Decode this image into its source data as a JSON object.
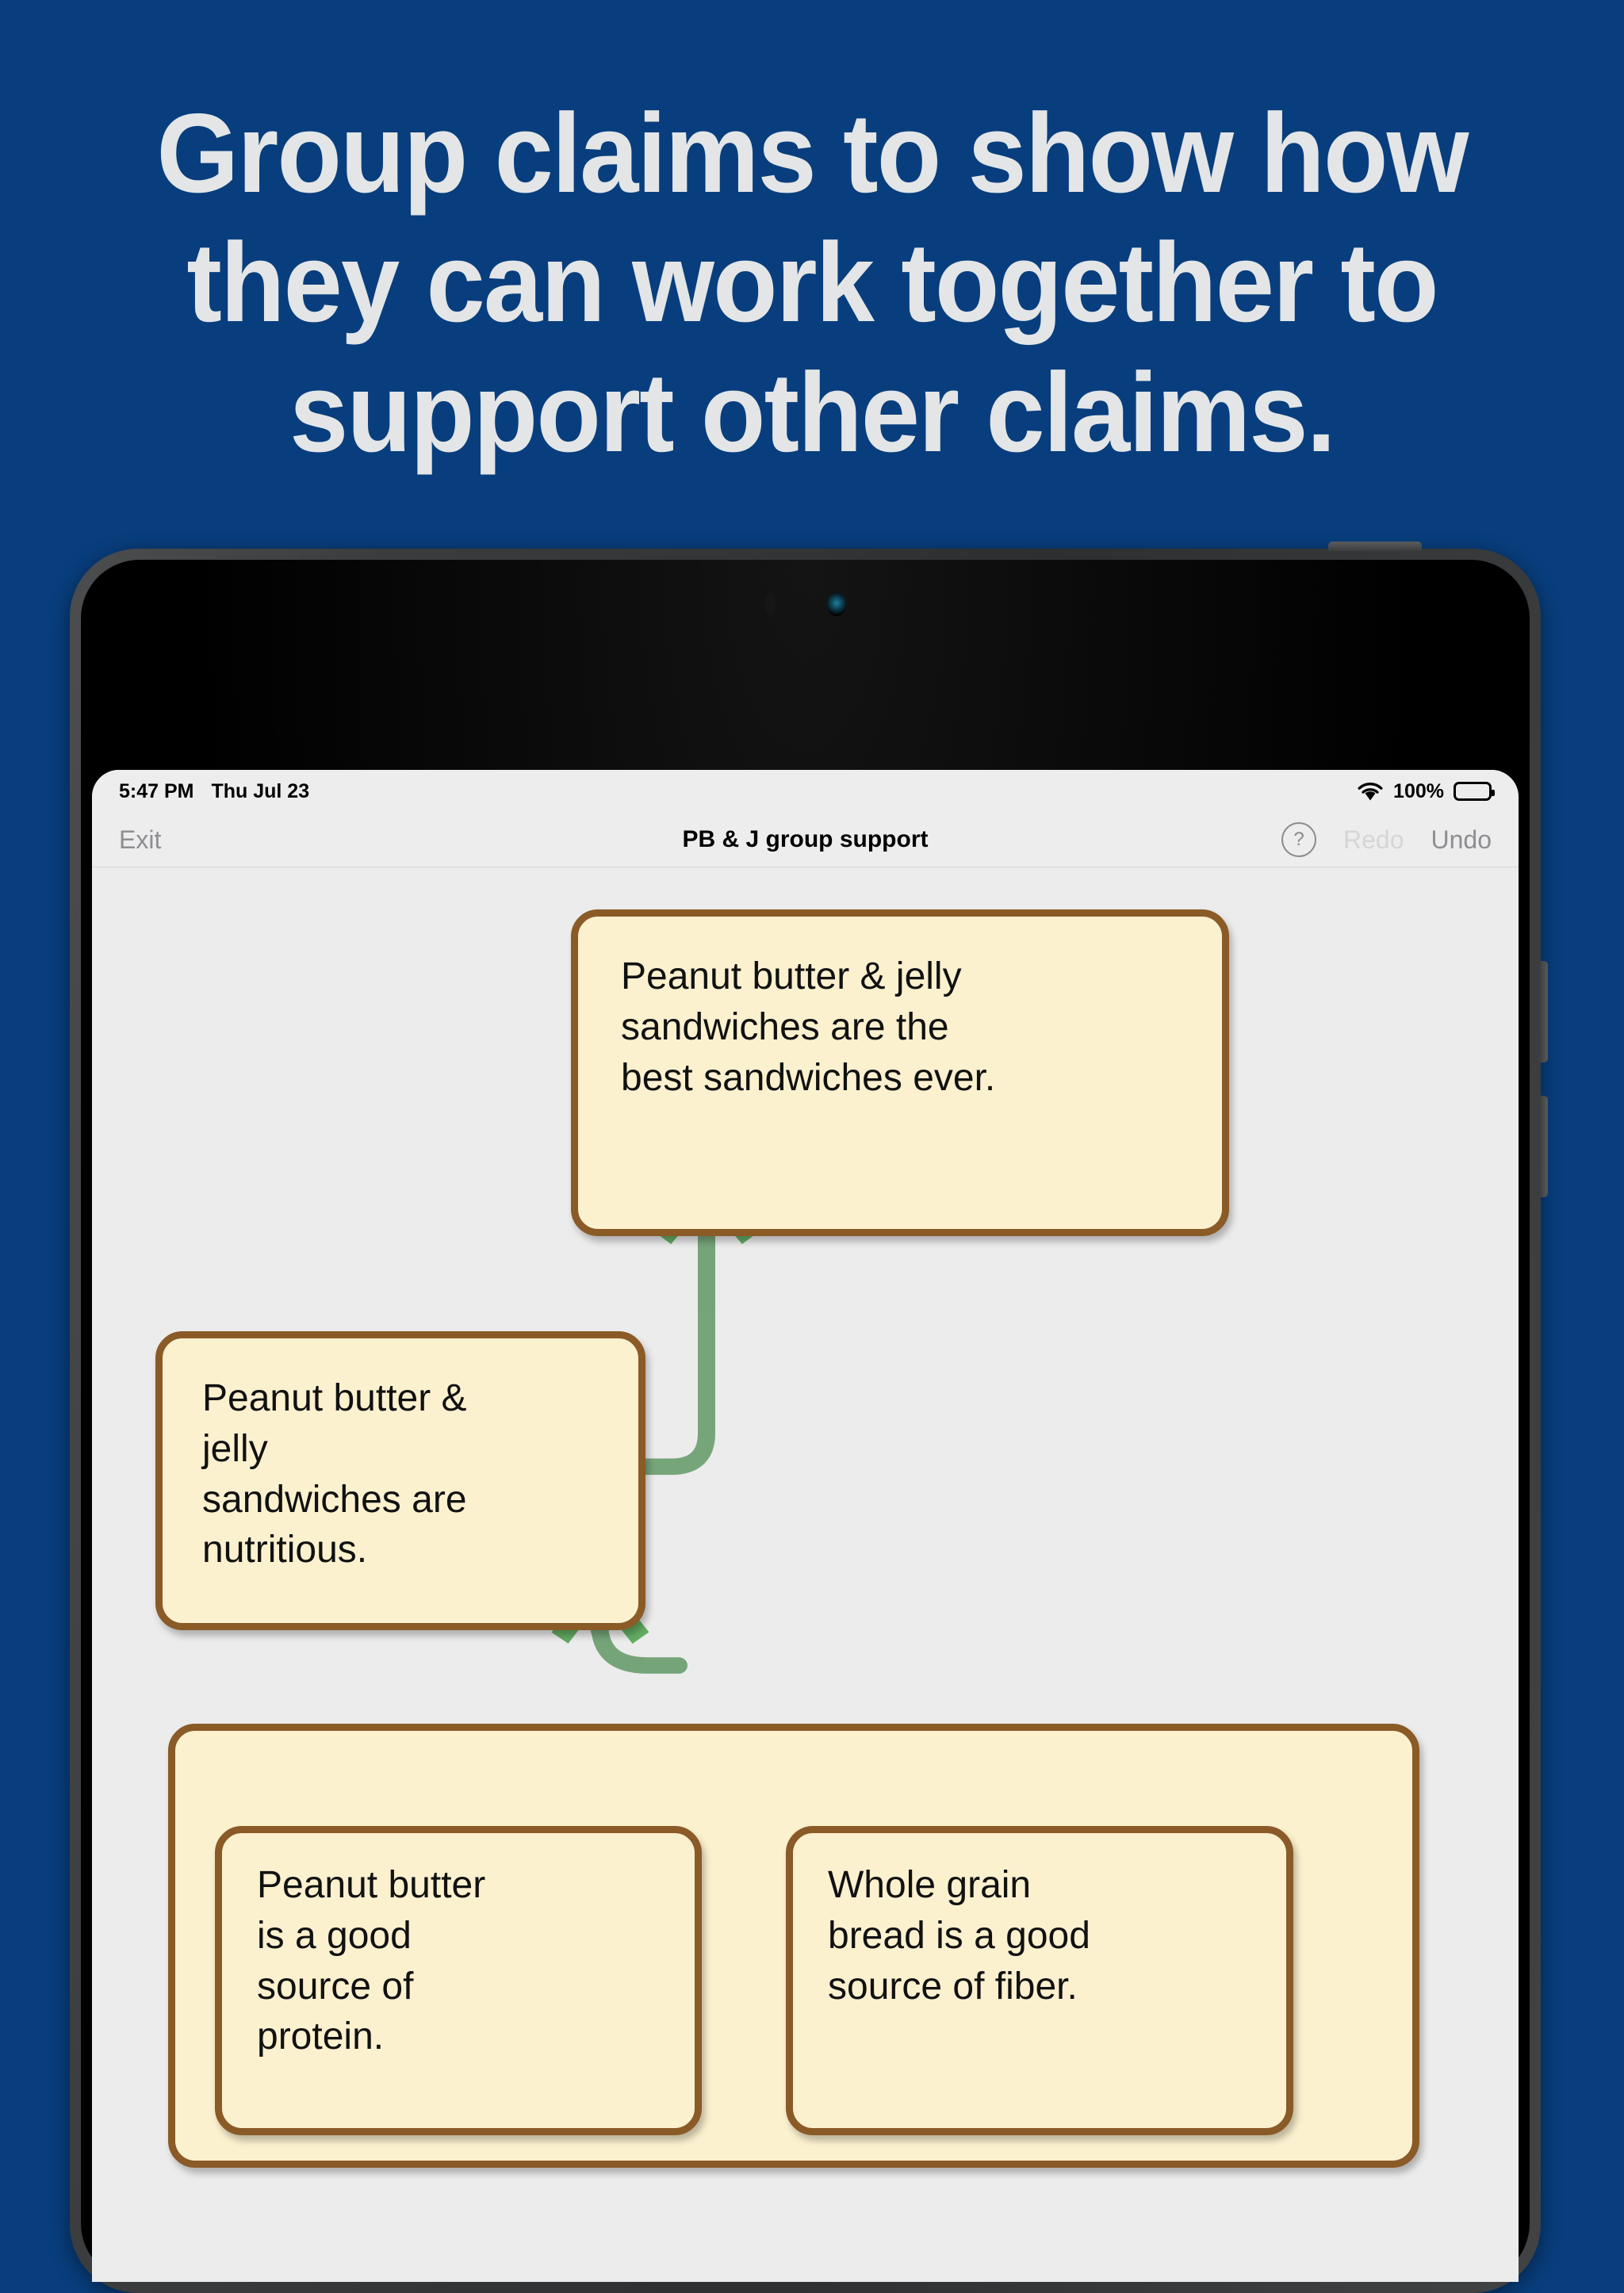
{
  "headline": "Group claims to show how they can work together to support other claims.",
  "theme": {
    "background": "#083e7d",
    "headline_color": "#e3e5e7",
    "canvas": "#ececec",
    "card_fill": "#fcf1cf",
    "card_border": "#8a5a27",
    "arrow_color": "#4f9a4f"
  },
  "status_bar": {
    "time": "5:47 PM",
    "date": "Thu Jul 23",
    "wifi_icon": "wifi-icon",
    "battery_percent": "100%",
    "battery_icon": "battery-full-icon"
  },
  "toolbar": {
    "exit_label": "Exit",
    "title": "PB & J group support",
    "help_icon": "help-question-icon",
    "help_glyph": "?",
    "redo_label": "Redo",
    "redo_enabled": false,
    "undo_label": "Undo",
    "undo_enabled": true
  },
  "canvas": {
    "cards": [
      {
        "id": "top-claim",
        "text": "Peanut butter & jelly\nsandwiches are the\nbest sandwiches ever."
      },
      {
        "id": "middle-claim",
        "text": "Peanut butter &\njelly\nsandwiches are\nnutritious."
      }
    ],
    "group": {
      "id": "evidence-group",
      "cards": [
        {
          "id": "protein-claim",
          "text": "Peanut butter\nis a good\nsource of\nprotein."
        },
        {
          "id": "fiber-claim",
          "text": "Whole grain\nbread is a good\nsource of fiber."
        }
      ]
    },
    "arrows": [
      {
        "id": "group-to-middle",
        "from": "evidence-group",
        "to": "middle-claim"
      },
      {
        "id": "middle-to-top",
        "from": "middle-claim",
        "to": "top-claim"
      }
    ]
  }
}
